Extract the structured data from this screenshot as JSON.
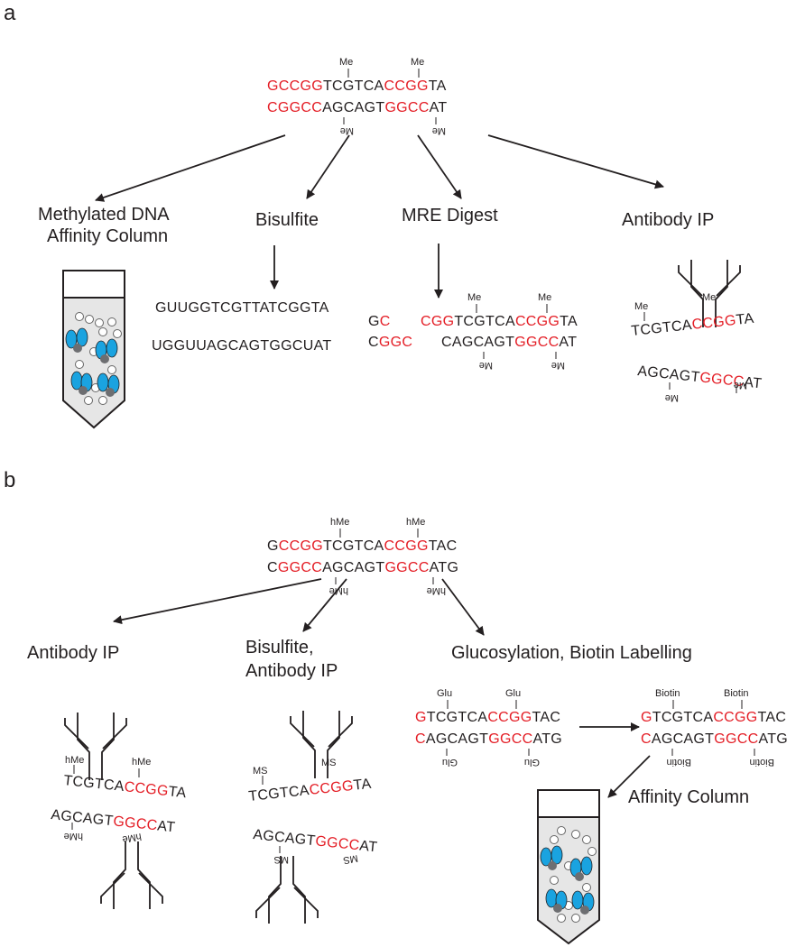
{
  "panels": {
    "a": "a",
    "b": "b"
  },
  "a": {
    "top": {
      "strand1": [
        {
          "t": "GCCGG",
          "red": true
        },
        {
          "t": "TCGTCA",
          "red": false
        },
        {
          "t": "CCGG",
          "red": true
        },
        {
          "t": "TA",
          "red": false
        }
      ],
      "strand2": [
        {
          "t": "CGGCC",
          "red": true
        },
        {
          "t": "AGCAGT",
          "red": false
        },
        {
          "t": "GGCC",
          "red": true
        },
        {
          "t": "AT",
          "red": false
        }
      ],
      "mod": "Me"
    },
    "methods": {
      "affinity_line1": "Methylated DNA",
      "affinity_line2": "Affinity Column",
      "bisulfite": "Bisulfite",
      "mre": "MRE Digest",
      "antibody": "Antibody IP"
    },
    "bisulfite_result": {
      "strand1": "GUUGGTCGTTATCGGTA",
      "strand2": "UGGUUAGCAGTGGCUAT"
    },
    "mre_result": {
      "frag1_top": [
        {
          "t": "G",
          "red": false
        },
        {
          "t": "C",
          "red": true
        }
      ],
      "frag1_bottom": [
        {
          "t": "C",
          "red": false
        },
        {
          "t": "GGC",
          "red": true
        }
      ],
      "frag2_top": [
        {
          "t": "CGG",
          "red": true
        },
        {
          "t": "TCGTCA",
          "red": false
        },
        {
          "t": "CCGG",
          "red": true
        },
        {
          "t": "TA",
          "red": false
        }
      ],
      "frag2_bottom": [
        {
          "t": "CAGCAGT",
          "red": false
        },
        {
          "t": "GGCC",
          "red": true
        },
        {
          "t": "AT",
          "red": false
        }
      ]
    },
    "antibody_result": {
      "strand1": [
        {
          "t": "TCGTCA",
          "red": false
        },
        {
          "t": "CCGG",
          "red": true
        },
        {
          "t": "TA",
          "red": false
        }
      ],
      "strand2": [
        {
          "t": "AGCAGT",
          "red": false
        },
        {
          "t": "GGCC",
          "red": true
        },
        {
          "t": "AT",
          "red": false
        }
      ]
    }
  },
  "b": {
    "top": {
      "strand1": [
        {
          "t": "G",
          "red": false
        },
        {
          "t": "CCGG",
          "red": true
        },
        {
          "t": "TCGTCA",
          "red": false
        },
        {
          "t": "CCGG",
          "red": true
        },
        {
          "t": "TAC",
          "red": false
        }
      ],
      "strand2": [
        {
          "t": "C",
          "red": false
        },
        {
          "t": "GGCC",
          "red": true
        },
        {
          "t": "AGCAGT",
          "red": false
        },
        {
          "t": "GGCC",
          "red": true
        },
        {
          "t": "ATG",
          "red": false
        }
      ],
      "mod": "hMe"
    },
    "methods": {
      "antibody": "Antibody IP",
      "bis_line1": "Bisulfite,",
      "bis_line2": "Antibody IP",
      "gluco": "Glucosylation, Biotin Labelling",
      "affinity": "Affinity Column"
    },
    "antibody_result": {
      "strand1": [
        {
          "t": "TCGTCA",
          "red": false
        },
        {
          "t": "CCGG",
          "red": true
        },
        {
          "t": "TA",
          "red": false
        }
      ],
      "strand2": [
        {
          "t": "AGCAGT",
          "red": false
        },
        {
          "t": "GGCC",
          "red": true
        },
        {
          "t": "AT",
          "red": false
        }
      ],
      "mod": "hMe"
    },
    "bis_result": {
      "strand1": [
        {
          "t": "TCGTCA",
          "red": false
        },
        {
          "t": "CCGG",
          "red": true
        },
        {
          "t": "TA",
          "red": false
        }
      ],
      "strand2": [
        {
          "t": "AGCAGT",
          "red": false
        },
        {
          "t": "GGCC",
          "red": true
        },
        {
          "t": "AT",
          "red": false
        }
      ],
      "mod": "MS"
    },
    "glu": {
      "strand1": [
        {
          "t": "G",
          "red": true
        },
        {
          "t": "TCGTCA",
          "red": false
        },
        {
          "t": "CCGG",
          "red": true
        },
        {
          "t": "TAC",
          "red": false
        }
      ],
      "strand2": [
        {
          "t": "C",
          "red": true
        },
        {
          "t": "AGCAGT",
          "red": false
        },
        {
          "t": "GGCC",
          "red": true
        },
        {
          "t": "ATG",
          "red": false
        }
      ],
      "mod": "Glu"
    },
    "biotin": {
      "strand1": [
        {
          "t": "G",
          "red": true
        },
        {
          "t": "TCGTCA",
          "red": false
        },
        {
          "t": "CCGG",
          "red": true
        },
        {
          "t": "TAC",
          "red": false
        }
      ],
      "strand2": [
        {
          "t": "C",
          "red": true
        },
        {
          "t": "AGCAGT",
          "red": false
        },
        {
          "t": "GGCC",
          "red": true
        },
        {
          "t": "ATG",
          "red": false
        }
      ],
      "mod": "Biotin"
    }
  },
  "colors": {
    "highlight": "#e41e26",
    "ink": "#231f20",
    "bead": "#1aa3e0",
    "column_fill": "#e6e6e6"
  },
  "icons": [
    "arrow-icon",
    "affinity-column-icon",
    "antibody-icon"
  ]
}
